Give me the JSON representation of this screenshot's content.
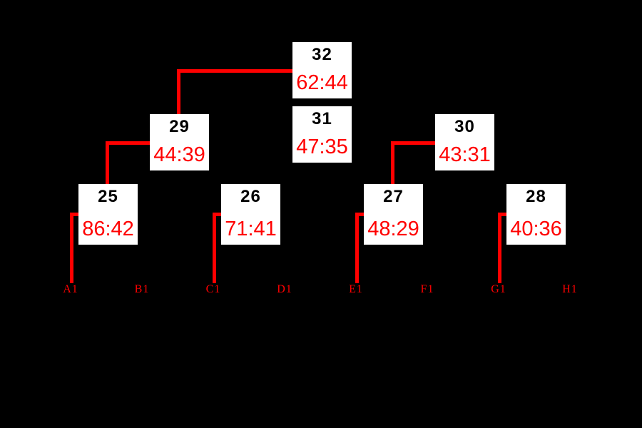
{
  "bracket": {
    "colors": {
      "background": "#000000",
      "box_background": "#ffffff",
      "connector_line": "#ff0000",
      "match_number": "#000000",
      "match_score": "#ff0000",
      "slot_label": "#ff0000"
    },
    "matches": [
      {
        "number": "25",
        "score": "86:42"
      },
      {
        "number": "26",
        "score": "71:41"
      },
      {
        "number": "27",
        "score": "48:29"
      },
      {
        "number": "28",
        "score": "40:36"
      },
      {
        "number": "29",
        "score": "44:39"
      },
      {
        "number": "30",
        "score": "43:31"
      },
      {
        "number": "31",
        "score": "47:35"
      },
      {
        "number": "32",
        "score": "62:44"
      }
    ],
    "slots": [
      {
        "label": "A1"
      },
      {
        "label": "B1"
      },
      {
        "label": "C1"
      },
      {
        "label": "D1"
      },
      {
        "label": "E1"
      },
      {
        "label": "F1"
      },
      {
        "label": "G1"
      },
      {
        "label": "H1"
      }
    ]
  }
}
